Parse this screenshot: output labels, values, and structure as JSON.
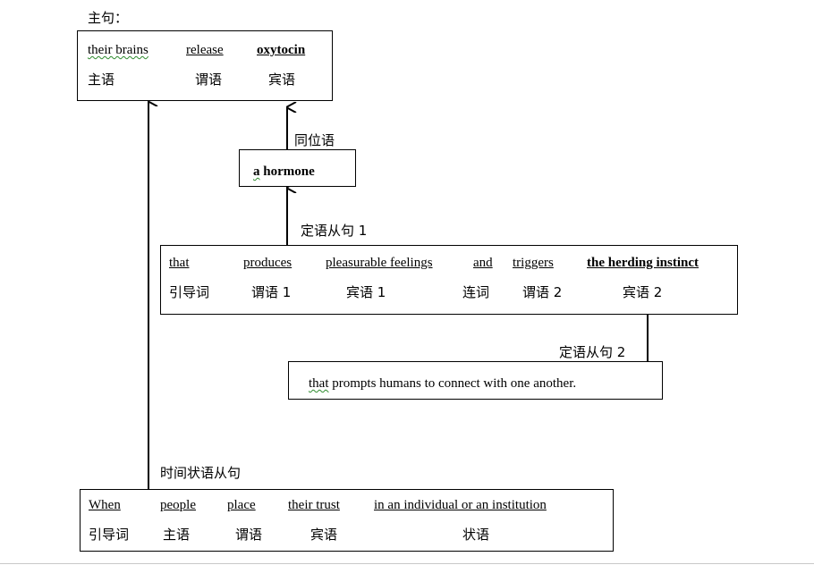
{
  "main_clause": {
    "heading": "主句：",
    "words": [
      "their brains",
      "release",
      "oxytocin"
    ],
    "roles": [
      "主语",
      "谓语",
      "宾语"
    ]
  },
  "appositive": {
    "label": "同位语",
    "text": "a hormone"
  },
  "attr_clause_1": {
    "label": "定语从句 1",
    "words": [
      "that",
      "produces",
      "pleasurable feelings",
      "and",
      "triggers",
      "the herding instinct"
    ],
    "roles": [
      "引导词",
      "谓语 1",
      "宾语 1",
      "连词",
      "谓语 2",
      "宾语 2"
    ]
  },
  "attr_clause_2": {
    "label": "定语从句 2",
    "lead": "that",
    "rest": " prompts humans to connect with one another."
  },
  "time_clause": {
    "label": "时间状语从句",
    "words": [
      "When",
      "people",
      "place",
      "their trust",
      "in an individual or an institution"
    ],
    "roles": [
      "引导词",
      "主语",
      "谓语",
      "宾语",
      "状语"
    ]
  }
}
